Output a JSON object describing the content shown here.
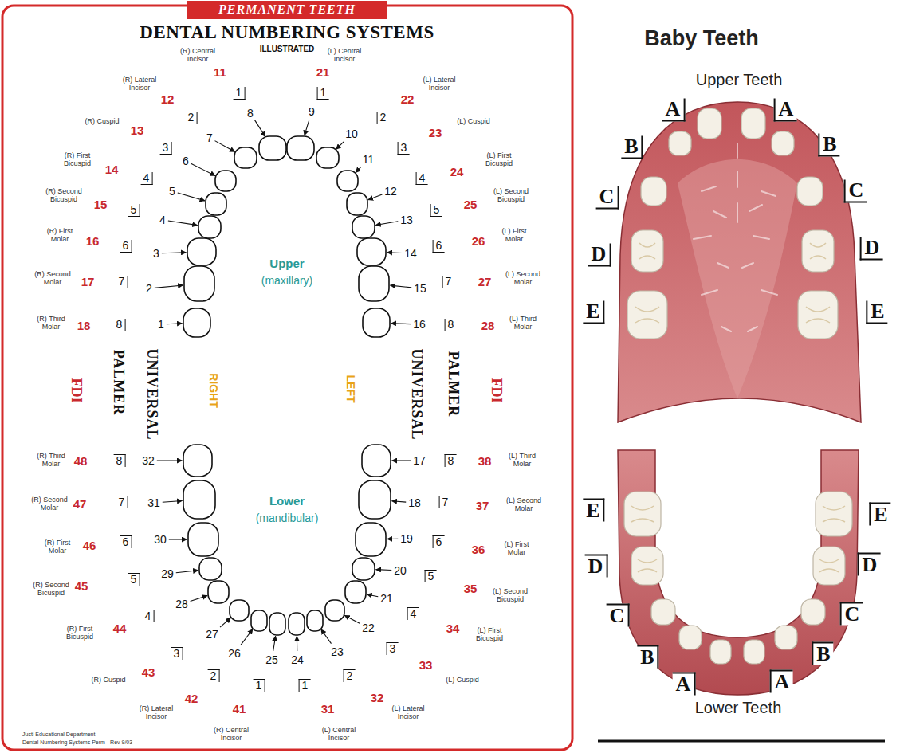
{
  "diagram": {
    "title": "DENTAL NUMBERING SYSTEMS",
    "nodes": [
      {
        "text": [
          "PERMANENT TEETH"
        ]
      }
    ],
    "labels": [
      "ILLUSTRATED",
      "(R) Central Incisor",
      "11",
      "1",
      "8",
      "(R) Lateral Incisor",
      "12",
      "2",
      "7",
      "(R) Cuspid",
      "13",
      "3",
      "6",
      "(R) First Bicuspid",
      "14",
      "4",
      "5",
      "(R) Second Bicuspid",
      "15",
      "5",
      "4",
      "(R) First Molar",
      "16",
      "6",
      "3",
      "(R) Second Molar",
      "17",
      "7",
      "2",
      "(R) Third Molar",
      "18",
      "8",
      "1",
      "(L) Central Incisor",
      "21",
      "1",
      "9",
      "(L) Lateral Incisor",
      "22",
      "2",
      "10",
      "(L) Cuspid",
      "23",
      "3",
      "11",
      "(L) First Bicuspid",
      "24",
      "4",
      "12",
      "(L) Second Bicuspid",
      "25",
      "5",
      "13",
      "(L) First Molar",
      "26",
      "6",
      "14",
      "(L) Second Molar",
      "27",
      "7",
      "15",
      "(L) Third Molar",
      "28",
      "8",
      "16",
      "FDI",
      "PALMER",
      "UNIVERSAL",
      "RIGHT",
      "Upper",
      "(maxillary)",
      "LEFT",
      "UNIVERSAL",
      "PALMER",
      "FDI",
      "Lower",
      "(mandibular)",
      "(R) Third Molar",
      "48",
      "8",
      "32",
      "(R) Second Molar",
      "47",
      "7",
      "31",
      "(R) First Molar",
      "46",
      "6",
      "30",
      "(R) Second Bicuspid",
      "45",
      "5",
      "29",
      "(R) First Bicuspid",
      "44",
      "4",
      "28",
      "(R) Cuspid",
      "43",
      "3",
      "27",
      "(R) Lateral Incisor",
      "42",
      "2",
      "26",
      "(R) Central Incisor",
      "41",
      "1",
      "25",
      "(L) Third Molar",
      "38",
      "8",
      "17",
      "(L) Second Molar",
      "37",
      "7",
      "18",
      "(L) First Molar",
      "36",
      "6",
      "19",
      "(L) Second Bicuspid",
      "35",
      "5",
      "20",
      "(L) First Bicuspid",
      "34",
      "4",
      "21",
      "(L) Cuspid",
      "33",
      "3",
      "22",
      "(L) Lateral Incisor",
      "32",
      "2",
      "23",
      "(L) Central Incisor",
      "31",
      "1",
      "24",
      "Justi Educational Department",
      "Dental Numbering Systems Perm - Rev 9/03",
      "Baby Teeth",
      "Upper Teeth",
      "A",
      "A",
      "B",
      "B",
      "C",
      "C",
      "D",
      "D",
      "E",
      "E",
      "E",
      "E",
      "D",
      "D",
      "C",
      "C",
      "B",
      "B",
      "A",
      "A",
      "Lower Teeth"
    ]
  }
}
